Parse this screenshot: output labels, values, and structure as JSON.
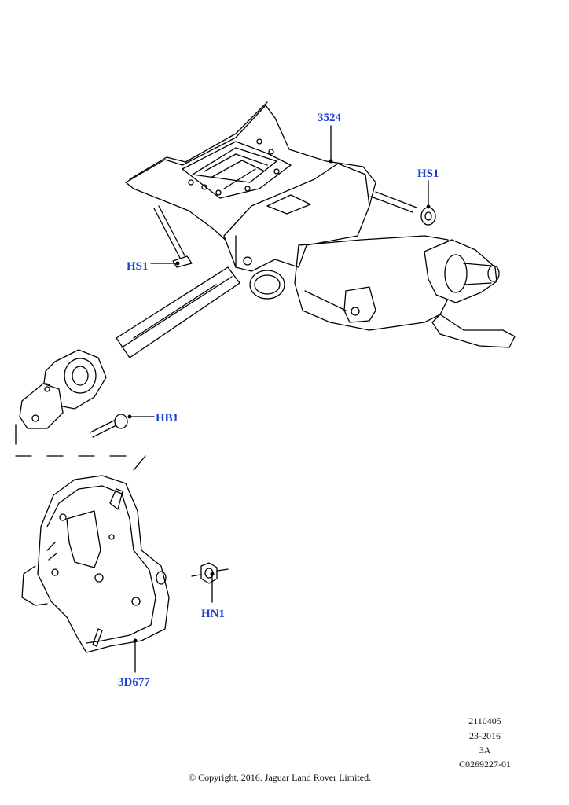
{
  "callouts": {
    "c3524": "3524",
    "hs1_right": "HS1",
    "hs1_left": "HS1",
    "hb1": "HB1",
    "hn1": "HN1",
    "c3d677": "3D677"
  },
  "reference": {
    "line1": "2110405",
    "line2": "23-2016",
    "line3": "3A",
    "line4": "C0269227-01"
  },
  "copyright": "© Copyright, 2016. Jaguar Land Rover Limited.",
  "colors": {
    "callout": "#1f3fd1",
    "line": "#000000"
  }
}
